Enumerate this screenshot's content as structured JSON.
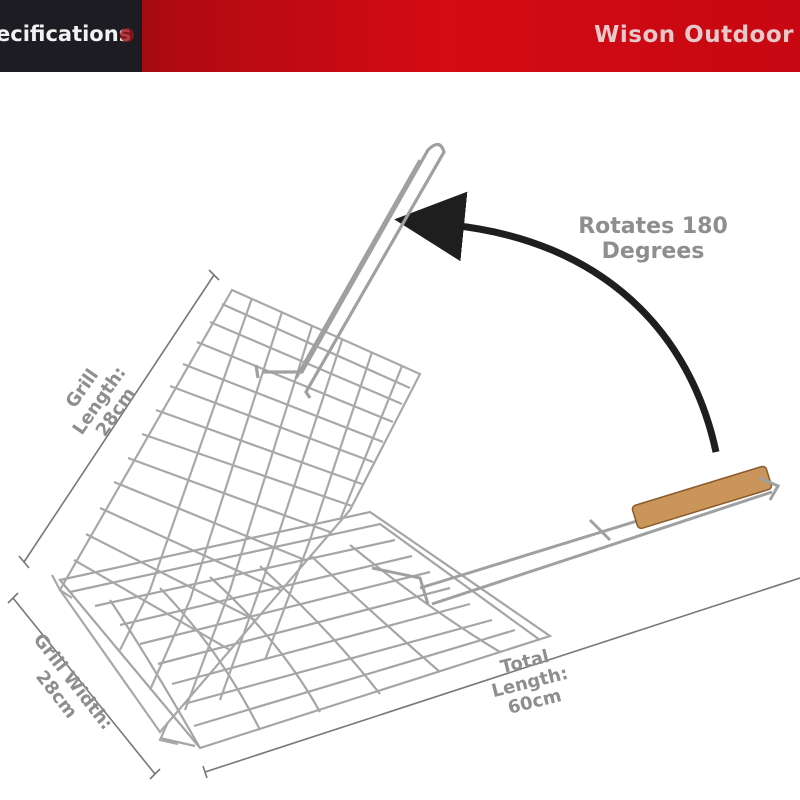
{
  "header": {
    "title": "ecifications",
    "brand": "Wison Outdoor"
  },
  "annotations": {
    "rotate_line1": "Rotates 180",
    "rotate_line2": "Degrees",
    "grill_length_line1": "Grill",
    "grill_length_line2": "Length:",
    "grill_length_line3": "28cm",
    "grill_width_line1": "Grill Width:",
    "grill_width_line2": "28cm",
    "total_length_line1": "Total",
    "total_length_line2": "Length:",
    "total_length_line3": "60cm"
  },
  "colors": {
    "banner_red": "#d40a14",
    "banner_dark": "#1c1c22",
    "label_gray": "#8e8e8e",
    "wire": "#9a9a9a",
    "wood": "#c9955a",
    "arrow": "#1e1e1e"
  },
  "icons": [
    "rotate-arrow-icon"
  ]
}
